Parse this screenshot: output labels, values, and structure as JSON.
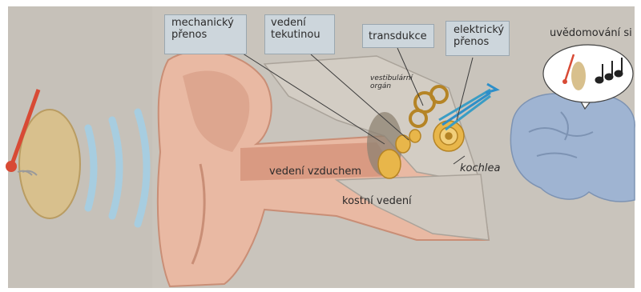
{
  "labels": {
    "mechanical": "mechanický\npřenos",
    "fluid": "vedení\ntekutinou",
    "transduction": "transdukce",
    "electrical": "elektrický\npřenos",
    "awareness": "uvědomování si",
    "vestibular": "vestibulární\norgán",
    "cochlea": "kochlea",
    "air": "vedení vzduchem",
    "bone": "kostní vedení"
  },
  "colors": {
    "background": "#c9c4bc",
    "label_box": "#cdd6dc",
    "brain": "#9fb4d2",
    "skin": "#e9b9a3",
    "wave": "#a7cde0",
    "arrow": "#2e8fc9",
    "ossicles": "#e8b64a"
  },
  "icons": [
    "tuning-fork-icon",
    "sound-wave-icon",
    "music-notes-icon",
    "arrow-icon",
    "brain-icon"
  ]
}
